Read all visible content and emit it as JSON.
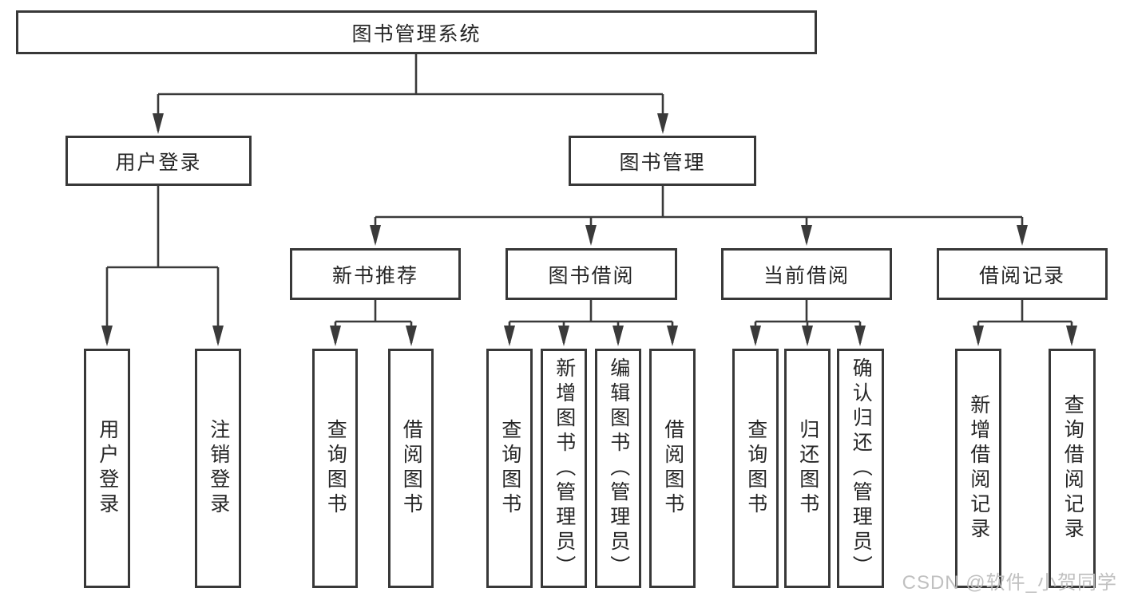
{
  "watermark": "CSDN @软件_小贺同学",
  "colors": {
    "line": "#3a3a3a",
    "text": "#262626",
    "box_background": "#ffffff",
    "watermark": "#bdbdbd"
  },
  "tree": {
    "root": {
      "label": "图书管理系统"
    },
    "children": [
      {
        "label": "用户登录",
        "children": [
          {
            "label": "用户登录"
          },
          {
            "label": "注销登录"
          }
        ]
      },
      {
        "label": "图书管理",
        "children": [
          {
            "label": "新书推荐",
            "children": [
              {
                "label": "查询图书"
              },
              {
                "label": "借阅图书"
              }
            ]
          },
          {
            "label": "图书借阅",
            "children": [
              {
                "label": "查询图书"
              },
              {
                "label": "新增图书（管理员）"
              },
              {
                "label": "编辑图书（管理员）"
              },
              {
                "label": "借阅图书"
              }
            ]
          },
          {
            "label": "当前借阅",
            "children": [
              {
                "label": "查询图书"
              },
              {
                "label": "归还图书"
              },
              {
                "label": "确认归还（管理员）"
              }
            ]
          },
          {
            "label": "借阅记录",
            "children": [
              {
                "label": "新增借阅记录"
              },
              {
                "label": "查询借阅记录"
              }
            ]
          }
        ]
      }
    ]
  }
}
